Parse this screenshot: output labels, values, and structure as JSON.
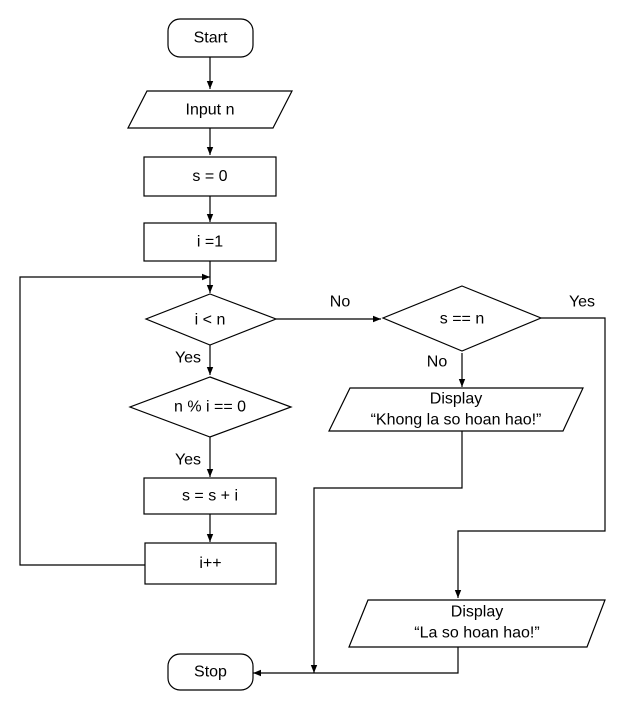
{
  "flowchart": {
    "start": "Start",
    "input_n": "Input n",
    "init_s": "s = 0",
    "init_i": "i =1",
    "loop_condition": "i < n",
    "divisor_check": "n % i == 0",
    "accumulate": "s = s + i",
    "increment": "i++",
    "perfect_check": "s == n",
    "display_not_perfect": {
      "line1": "Display",
      "line2": "“Khong la so hoan hao!”"
    },
    "display_perfect": {
      "line1": "Display",
      "line2": "“La so hoan hao!”"
    },
    "stop": "Stop"
  },
  "edge_labels": {
    "loop_yes": "Yes",
    "loop_no": "No",
    "divisor_yes": "Yes",
    "perfect_yes": "Yes",
    "perfect_no": "No"
  }
}
